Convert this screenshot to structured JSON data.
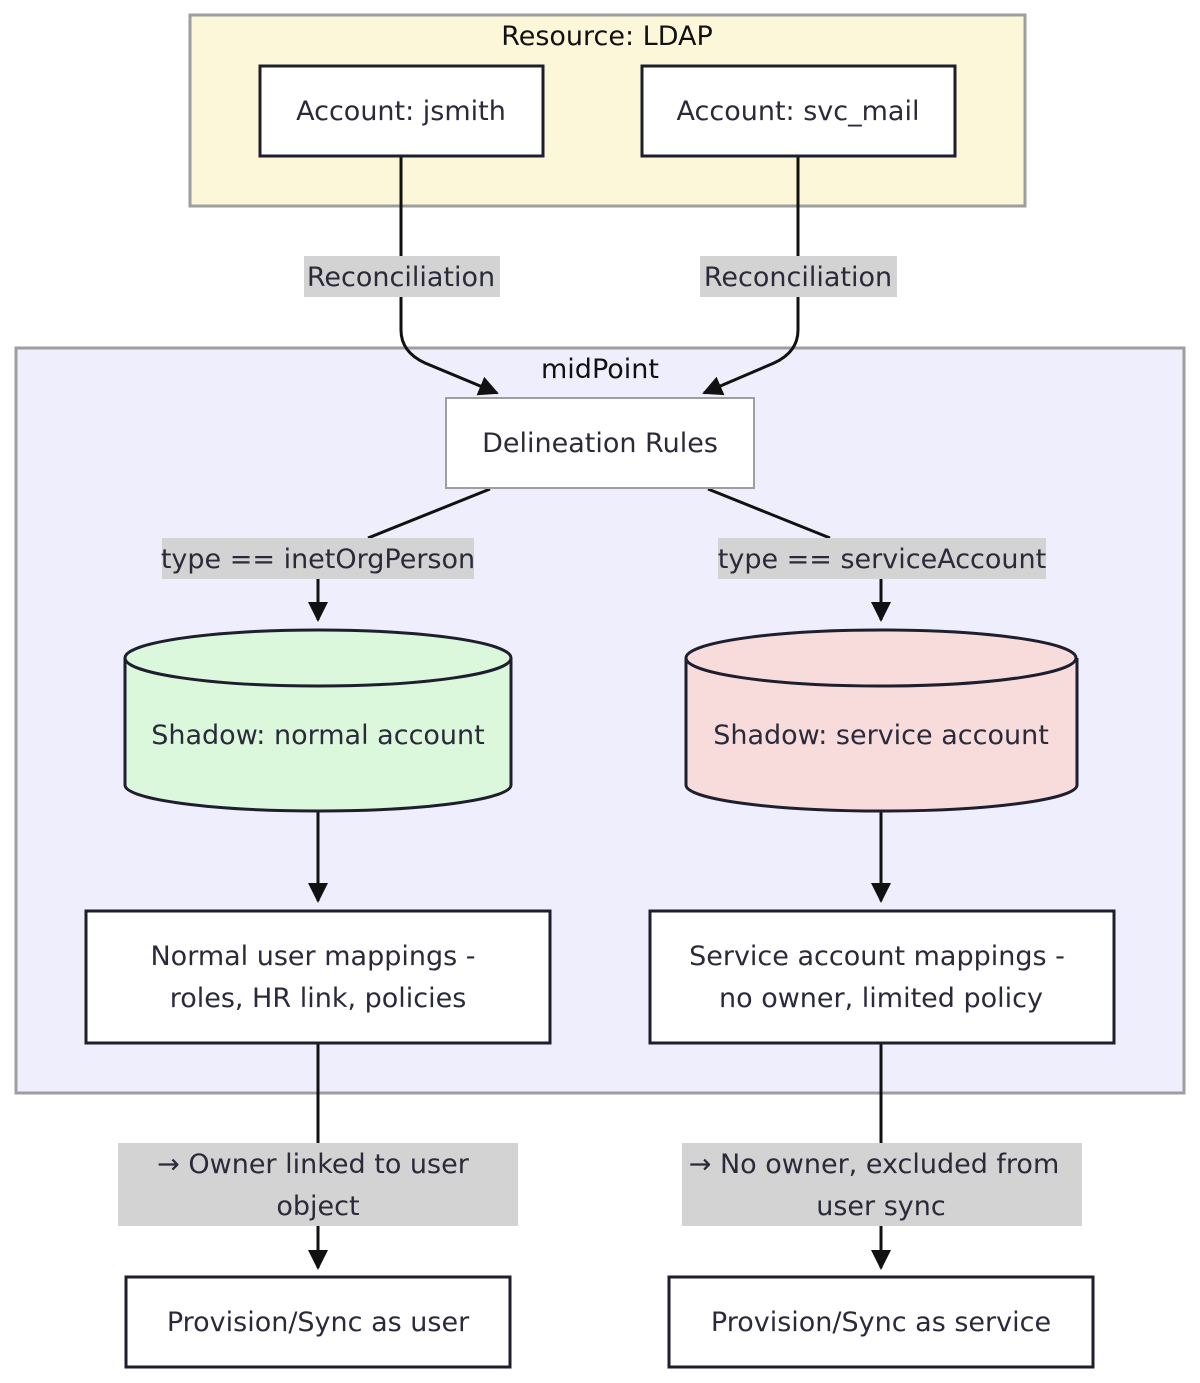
{
  "colors": {
    "resource_fill": "#fbf7d8",
    "midpoint_fill": "#eeeefc",
    "container_stroke": "#9e9e9e",
    "node_fill": "#ffffff",
    "node_stroke": "#1e1e2e",
    "edge_label_fill": "#d3d3d3",
    "shadow_normal_fill": "#dcf8dc",
    "shadow_service_fill": "#f8dcdc"
  },
  "resource": {
    "title": "Resource: LDAP",
    "account_jsmith": "Account: jsmith",
    "account_svc_mail": "Account: svc_mail"
  },
  "midpoint": {
    "title": "midPoint",
    "delineation": "Delineation Rules",
    "shadow_normal": "Shadow: normal account",
    "shadow_service": "Shadow: service account",
    "mapping_normal": [
      "Normal user mappings -",
      "roles, HR link, policies"
    ],
    "mapping_service": [
      "Service account mappings -",
      "no owner, limited policy"
    ]
  },
  "edges": {
    "reconciliation_left": "Reconciliation",
    "reconciliation_right": "Reconciliation",
    "type_person": "type == inetOrgPerson",
    "type_service": "type == serviceAccount",
    "owner_linked": [
      "→ Owner linked to user",
      "object"
    ],
    "no_owner": [
      "→ No owner, excluded from",
      "user sync"
    ]
  },
  "outputs": {
    "provision_user": "Provision/Sync as user",
    "provision_service": "Provision/Sync as service"
  }
}
